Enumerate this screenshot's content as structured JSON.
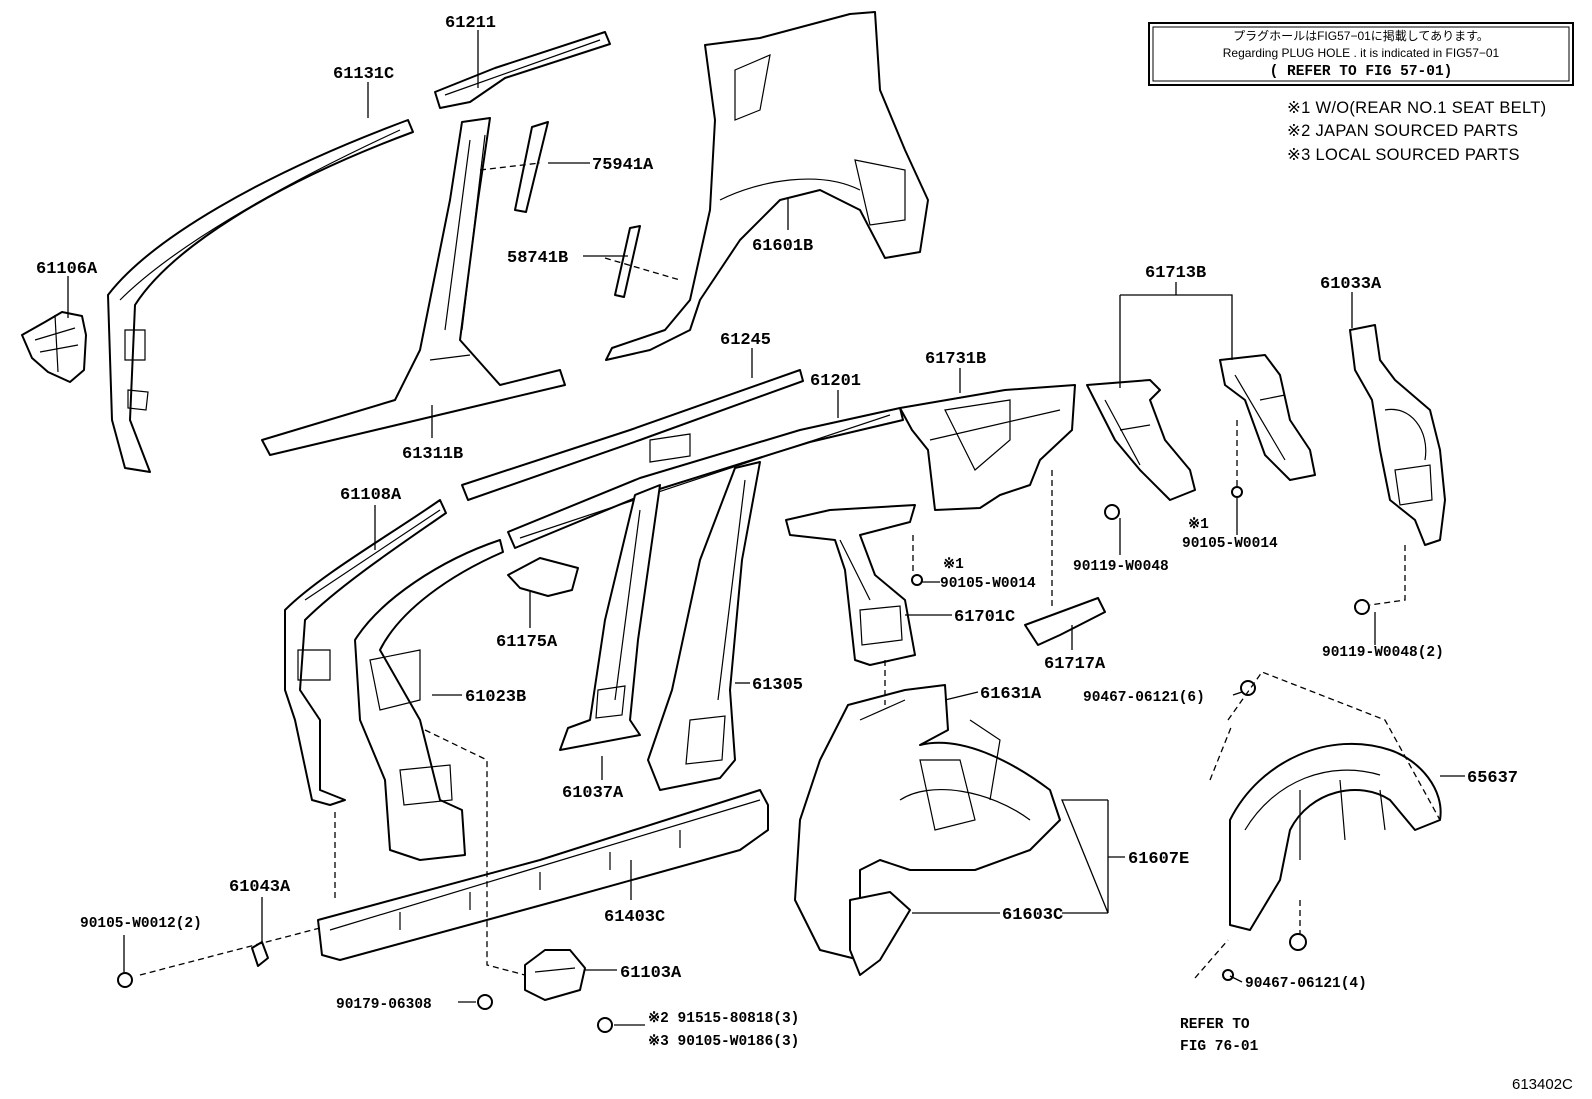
{
  "notice": {
    "line1": "プラグホールはFIG57−01に掲載してあります。",
    "line2": "Regarding PLUG HOLE . it is indicated in FIG57−01",
    "line3": "( REFER TO FIG 57-01)"
  },
  "legend": [
    "※1 W/O(REAR NO.1 SEAT BELT)",
    "※2 JAPAN SOURCED PARTS",
    "※3 LOCAL SOURCED PARTS"
  ],
  "labels": {
    "p61211": "61211",
    "p61131C": "61131C",
    "p75941A": "75941A",
    "p61106A": "61106A",
    "p58741B": "58741B",
    "p61601B": "61601B",
    "p61713B": "61713B",
    "p61033A": "61033A",
    "p61245": "61245",
    "p61201": "61201",
    "p61731B": "61731B",
    "p61311B": "61311B",
    "p61108A": "61108A",
    "p90119W0048": "90119-W0048",
    "m1a": "※1",
    "p90105W0014a": "90105-W0014",
    "m1b": "※1",
    "p90105W0014b": "90105-W0014",
    "p61175A": "61175A",
    "p61701C": "61701C",
    "p61717A": "61717A",
    "p90119W0048_2": "90119-W0048(2)",
    "p61305": "61305",
    "p61023B": "61023B",
    "p61631A": "61631A",
    "p90467_06121_6": "90467-06121(6)",
    "p65637": "65637",
    "p61037A": "61037A",
    "p61607E": "61607E",
    "p61043A": "61043A",
    "p61403C": "61403C",
    "p61603C": "61603C",
    "p90105W0012_2": "90105-W0012(2)",
    "p61103A": "61103A",
    "p90179_06308": "90179-06308",
    "p90467_06121_4": "90467-06121(4)",
    "p91515_80818": "※2 91515-80818(3)",
    "p90105W0186": "※3 90105-W0186(3)",
    "refer1": "REFER TO",
    "refer2": "FIG 76-01",
    "figno": "613402C"
  }
}
